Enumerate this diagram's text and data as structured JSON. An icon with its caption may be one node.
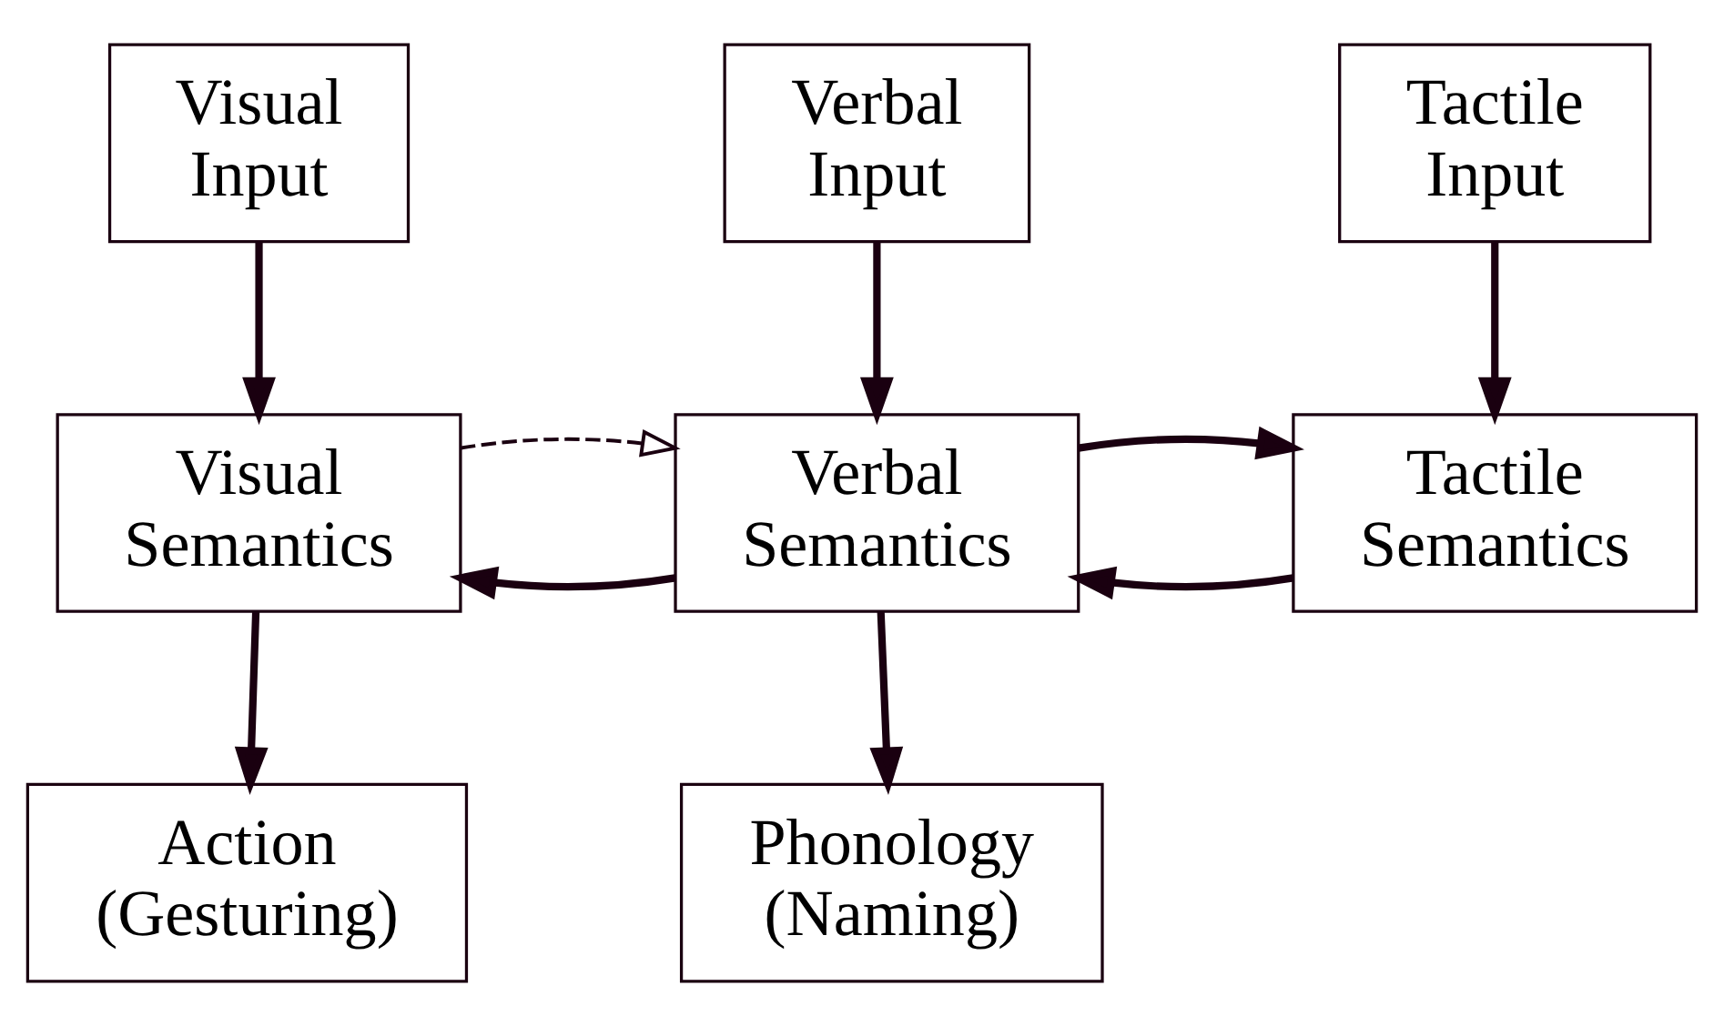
{
  "diagram": {
    "nodes": [
      {
        "text": [
          "Action (Gesturing)"
        ]
      },
      {
        "text": [
          "Phonology (Naming)"
        ]
      },
      {
        "text": [
          "Visual Semantics"
        ]
      },
      {
        "text": [
          "Verbal Semantics"
        ]
      },
      {
        "text": [
          "Tactile Semantics"
        ]
      },
      {
        "text": [
          "Visual Input"
        ]
      },
      {
        "text": [
          "Verbal Input"
        ]
      },
      {
        "text": [
          "Tactile Input"
        ]
      }
    ],
    "edges": [
      {
        "from": 2,
        "to": 0,
        "arrow": "to"
      },
      {
        "from": 3,
        "to": 1,
        "arrow": "to"
      },
      {
        "from": 3,
        "to": 2,
        "arrow": "to"
      },
      {
        "from": 2,
        "to": 3,
        "arrow": "to",
        "style": "dashed"
      },
      {
        "from": 4,
        "to": 3,
        "arrow": "to"
      },
      {
        "from": 3,
        "to": 4,
        "arrow": "to"
      },
      {
        "from": 5,
        "to": 2,
        "arrow": "to"
      },
      {
        "from": 6,
        "to": 3,
        "arrow": "to"
      },
      {
        "from": 7,
        "to": 4,
        "arrow": "to"
      }
    ]
  }
}
